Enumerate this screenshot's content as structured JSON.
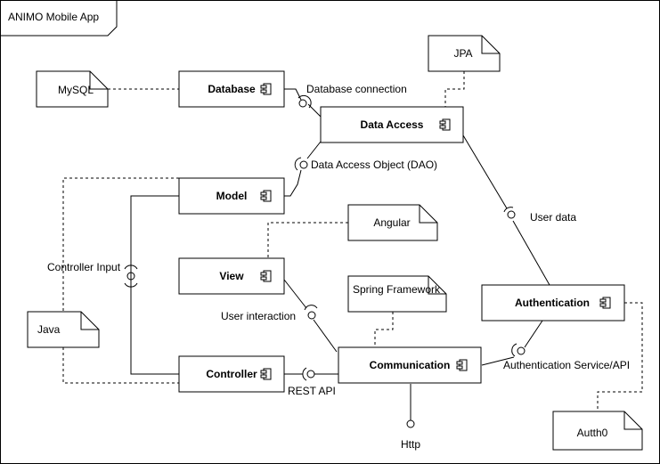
{
  "frame": {
    "title": "ANIMO Mobile App"
  },
  "components": {
    "database": "Database",
    "data_access": "Data Access",
    "model": "Model",
    "view": "View",
    "controller": "Controller",
    "communication": "Communication",
    "authentication": "Authentication"
  },
  "notes": {
    "mysql": "MySQL",
    "jpa": "JPA",
    "angular": "Angular",
    "spring": "Spring Framework",
    "java": "Java",
    "auth0": "Autth0"
  },
  "interfaces": {
    "db_connection": "Database connection",
    "dao": "Data Access Object (DAO)",
    "user_data": "User data",
    "controller_input": "Controller Input",
    "user_interaction": "User interaction",
    "rest_api": "REST API",
    "auth_service": "Authentication Service/API",
    "http": "Http"
  }
}
